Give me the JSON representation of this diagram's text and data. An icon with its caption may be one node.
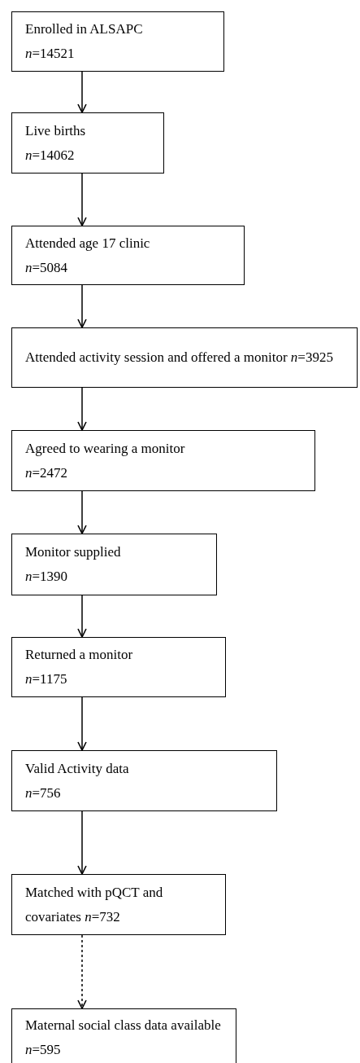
{
  "diagram": {
    "nodes": [
      {
        "text": [
          "Enrolled in ALSAPC",
          "*n*=14521"
        ]
      },
      {
        "text": [
          "Live births",
          "*n*=14062"
        ]
      },
      {
        "text": [
          "Attended age 17 clinic",
          "*n*=5084"
        ]
      },
      {
        "text": [
          "Attended activity session and offered a monitor *n*=3925"
        ]
      },
      {
        "text": [
          "Agreed to wearing a monitor",
          "*n*=2472"
        ]
      },
      {
        "text": [
          "Monitor supplied",
          "*n*=1390"
        ]
      },
      {
        "text": [
          "Returned a monitor",
          "*n*=1175"
        ]
      },
      {
        "text": [
          "Valid Activity data",
          "*n*=756"
        ]
      },
      {
        "text": [
          "Matched with pQCT and covariates *n*=732"
        ]
      },
      {
        "text": [
          "Maternal social class data available *n*=595"
        ]
      }
    ],
    "edges": [
      {
        "from": 0,
        "to": 1,
        "arrow": "to"
      },
      {
        "from": 1,
        "to": 2,
        "arrow": "to"
      },
      {
        "from": 2,
        "to": 3,
        "arrow": "to"
      },
      {
        "from": 3,
        "to": 4,
        "arrow": "to"
      },
      {
        "from": 4,
        "to": 5,
        "arrow": "to"
      },
      {
        "from": 5,
        "to": 6,
        "arrow": "to"
      },
      {
        "from": 6,
        "to": 7,
        "arrow": "to"
      },
      {
        "from": 7,
        "to": 8,
        "arrow": "to"
      },
      {
        "from": 8,
        "to": 9,
        "arrow": "to",
        "style": "dashed"
      }
    ]
  }
}
